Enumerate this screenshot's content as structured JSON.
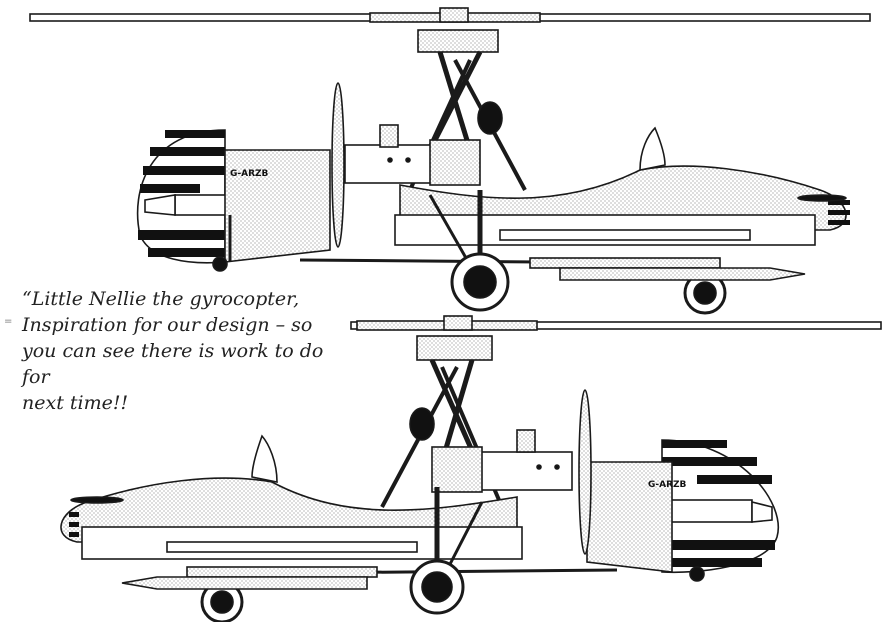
{
  "caption": {
    "text": "“Little Nellie the gyrocopter,\nInspiration for our design – so\nyou can see there is work to do for\nnext time!!"
  },
  "aircraft": {
    "top_registration": "G-ARZB",
    "bottom_registration": "G-ARZB"
  },
  "marks": {
    "equals": "="
  },
  "colors": {
    "line": "#1a1a1a",
    "stipple": "#bdbdbd",
    "dark": "#111111"
  }
}
